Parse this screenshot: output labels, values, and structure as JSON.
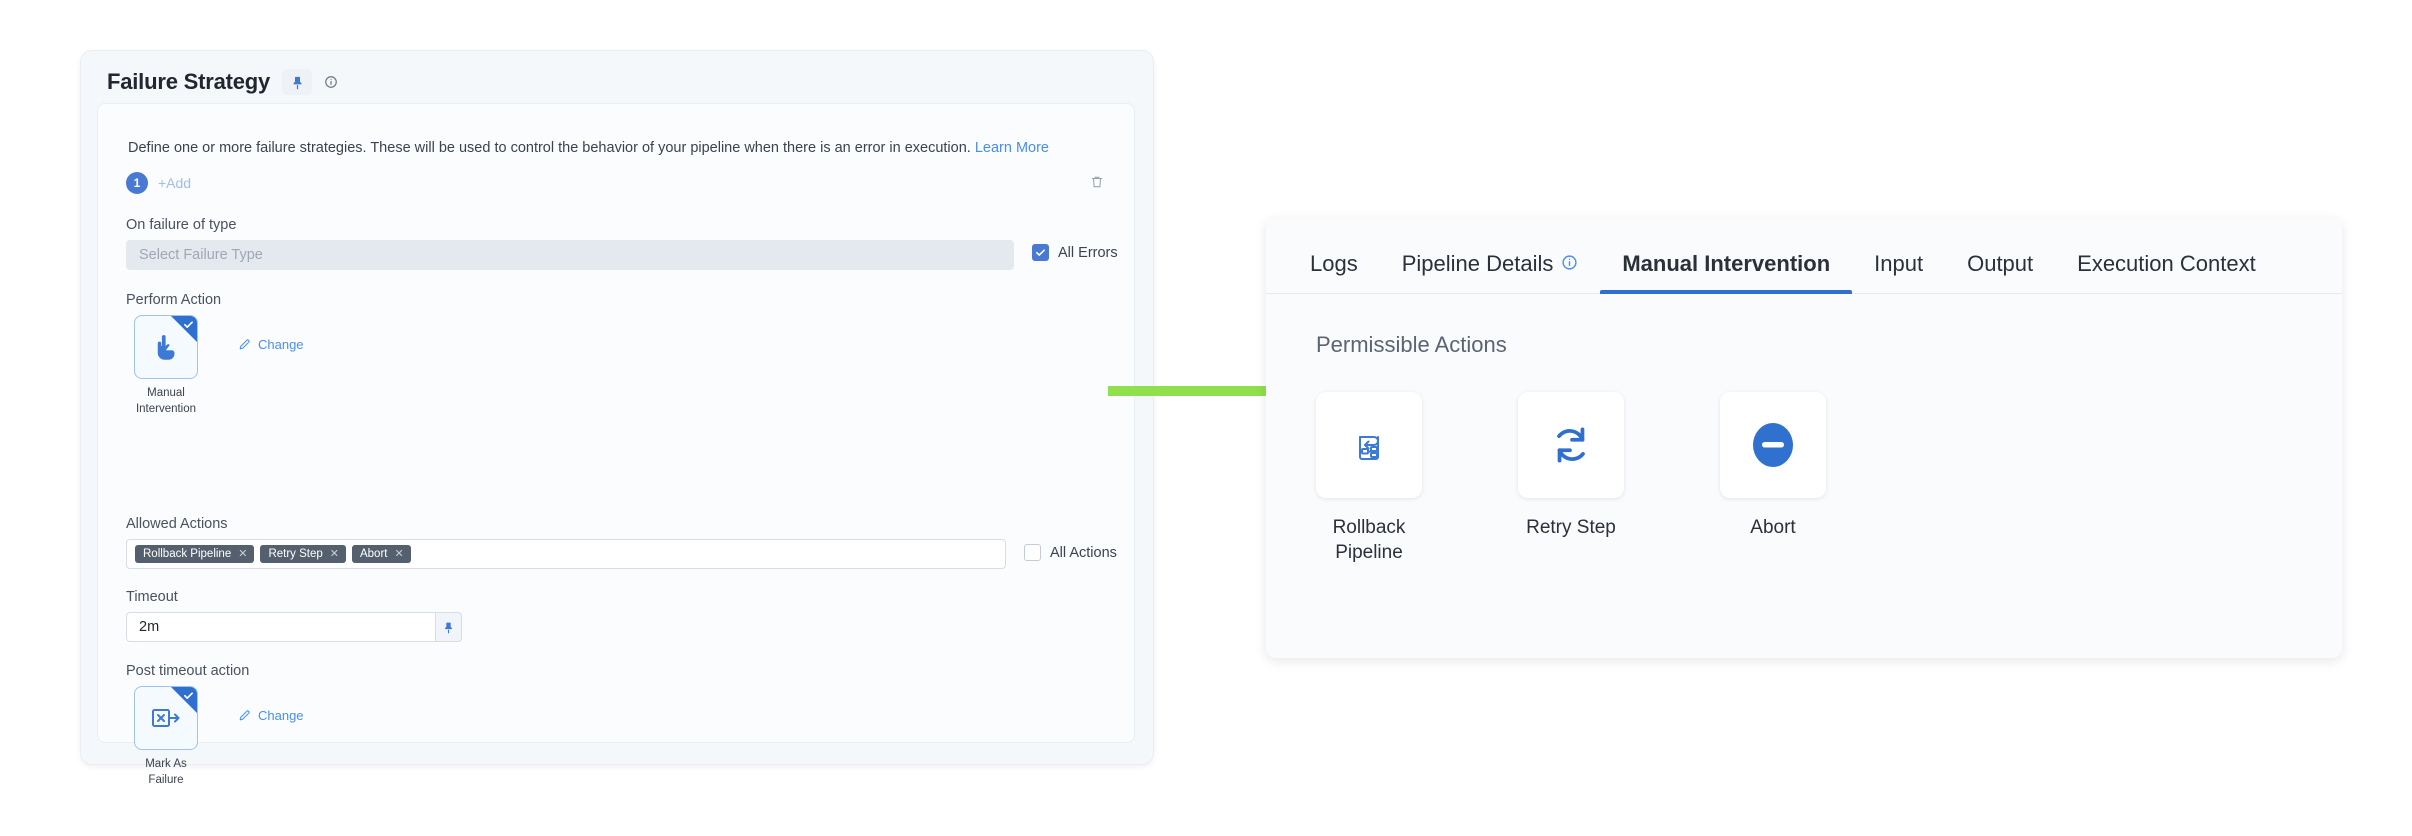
{
  "left_panel": {
    "title": "Failure Strategy",
    "pin_icon": "pin-icon",
    "info_icon": "info-circle-icon",
    "description": "Define one or more failure strategies. These will be used to control the behavior of your pipeline when there is an error in execution.",
    "learn_more": "Learn More",
    "strategy_index": "1",
    "add_label": "+Add",
    "delete_icon": "trash-icon",
    "on_failure_label": "On failure of type",
    "failure_type_placeholder": "Select Failure Type",
    "all_errors_label": "All Errors",
    "all_errors_checked": true,
    "perform_action_label": "Perform Action",
    "perform_action_tile": "Manual Intervention",
    "perform_action_icon": "hand-pointer-icon",
    "change_label": "Change",
    "allowed_actions_label": "Allowed Actions",
    "allowed_actions": [
      "Rollback Pipeline",
      "Retry Step",
      "Abort"
    ],
    "all_actions_label": "All Actions",
    "all_actions_checked": false,
    "timeout_label": "Timeout",
    "timeout_value": "2m",
    "timeout_pin_icon": "pin-icon",
    "post_timeout_label": "Post timeout action",
    "post_timeout_tile": "Mark As Failure",
    "post_timeout_icon": "mark-as-failure-icon",
    "post_timeout_change_label": "Change"
  },
  "arrow": {
    "name": "green-arrow",
    "color": "#8fe04c"
  },
  "right_panel": {
    "tabs": [
      {
        "label": "Logs",
        "active": false,
        "icon": null
      },
      {
        "label": "Pipeline Details",
        "active": false,
        "icon": "info-circle-icon"
      },
      {
        "label": "Manual Intervention",
        "active": true,
        "icon": null
      },
      {
        "label": "Input",
        "active": false,
        "icon": null
      },
      {
        "label": "Output",
        "active": false,
        "icon": null
      },
      {
        "label": "Execution Context",
        "active": false,
        "icon": null
      }
    ],
    "section_title": "Permissible Actions",
    "actions": [
      {
        "label": "Rollback Pipeline",
        "icon": "rollback-pipeline-icon"
      },
      {
        "label": "Retry Step",
        "icon": "retry-icon"
      },
      {
        "label": "Abort",
        "icon": "abort-icon"
      }
    ]
  },
  "colors": {
    "accent": "#2f6fd0",
    "link": "#4a8ef0",
    "chip_bg": "#55606f",
    "arrow_green": "#8fe04c"
  }
}
